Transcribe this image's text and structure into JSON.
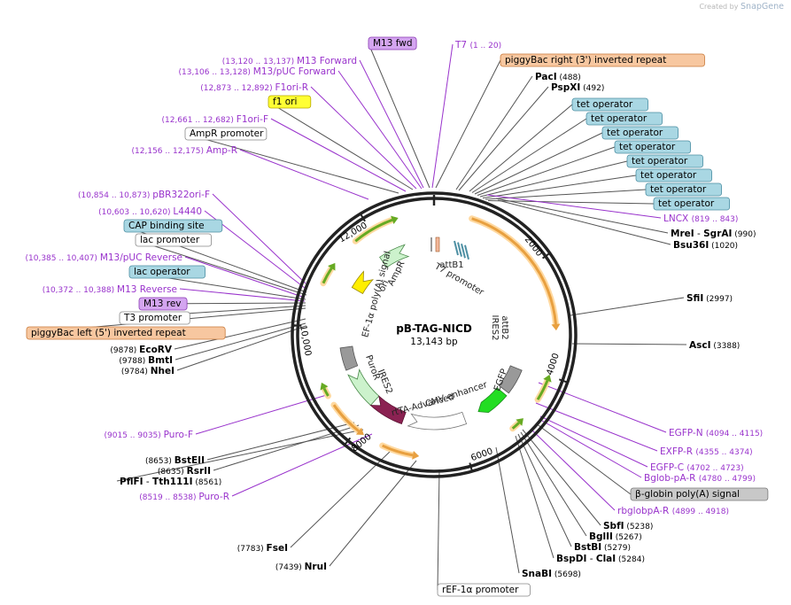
{
  "credit": {
    "prefix": "Created by",
    "brand": "SnapGene"
  },
  "plasmid": {
    "name": "pB-TAG-NICD",
    "size": "13,143 bp"
  },
  "ticks": [
    "2000",
    "4000",
    "6000",
    "8000",
    "10,000",
    "12,000"
  ],
  "boxed_labels": [
    {
      "id": "m13fwd",
      "text": "M13 fwd",
      "fill": "#d4a5f0",
      "stroke": "#8a3ab3"
    },
    {
      "id": "pbright",
      "text": "piggyBac right (3') inverted repeat",
      "fill": "#f7c7a0",
      "stroke": "#c97a3a"
    },
    {
      "id": "f1ori",
      "text": "f1 ori",
      "fill": "#ffff33",
      "stroke": "#b8a800"
    },
    {
      "id": "ampprom",
      "text": "AmpR promoter",
      "fill": "#ffffff",
      "stroke": "#888888"
    },
    {
      "id": "teto1",
      "text": "tet operator",
      "fill": "#a9d7e3",
      "stroke": "#4d8fa3"
    },
    {
      "id": "teto2",
      "text": "tet operator",
      "fill": "#a9d7e3",
      "stroke": "#4d8fa3"
    },
    {
      "id": "teto3",
      "text": "tet operator",
      "fill": "#a9d7e3",
      "stroke": "#4d8fa3"
    },
    {
      "id": "teto4",
      "text": "tet operator",
      "fill": "#a9d7e3",
      "stroke": "#4d8fa3"
    },
    {
      "id": "teto5",
      "text": "tet operator",
      "fill": "#a9d7e3",
      "stroke": "#4d8fa3"
    },
    {
      "id": "teto6",
      "text": "tet operator",
      "fill": "#a9d7e3",
      "stroke": "#4d8fa3"
    },
    {
      "id": "teto7",
      "text": "tet operator",
      "fill": "#a9d7e3",
      "stroke": "#4d8fa3"
    },
    {
      "id": "cap",
      "text": "CAP binding site",
      "fill": "#a9d7e3",
      "stroke": "#4d8fa3"
    },
    {
      "id": "lacprom",
      "text": "lac promoter",
      "fill": "#ffffff",
      "stroke": "#888888"
    },
    {
      "id": "lacop",
      "text": "lac operator",
      "fill": "#a9d7e3",
      "stroke": "#4d8fa3"
    },
    {
      "id": "m13rev",
      "text": "M13 rev",
      "fill": "#d4a5f0",
      "stroke": "#8a3ab3"
    },
    {
      "id": "t3prom",
      "text": "T3 promoter",
      "fill": "#ffffff",
      "stroke": "#888888"
    },
    {
      "id": "pbleft",
      "text": "piggyBac left (5') inverted repeat",
      "fill": "#f7c7a0",
      "stroke": "#c97a3a"
    },
    {
      "id": "bglobin",
      "text": "β-globin poly(A) signal",
      "fill": "#c8c8c8",
      "stroke": "#777777"
    },
    {
      "id": "ref1a",
      "text": "rEF-1α promoter",
      "fill": "#ffffff",
      "stroke": "#888888"
    }
  ],
  "primers": [
    {
      "id": "t7",
      "name": "T7",
      "coord": "(1 .. 20)"
    },
    {
      "id": "m13f",
      "name": "M13 Forward",
      "coord": "(13,120 .. 13,137)"
    },
    {
      "id": "m13puc",
      "name": "M13/pUC Forward",
      "coord": "(13,106 .. 13,128)"
    },
    {
      "id": "f1orir",
      "name": "F1ori-R",
      "coord": "(12,873 .. 12,892)"
    },
    {
      "id": "f1orif",
      "name": "F1ori-F",
      "coord": "(12,661 .. 12,682)"
    },
    {
      "id": "ampr",
      "name": "Amp-R",
      "coord": "(12,156 .. 12,175)"
    },
    {
      "id": "pbr322",
      "name": "pBR322ori-F",
      "coord": "(10,854 .. 10,873)"
    },
    {
      "id": "l4440",
      "name": "L4440",
      "coord": "(10,603 .. 10,620)"
    },
    {
      "id": "m13pucrev",
      "name": "M13/pUC Reverse",
      "coord": "(10,385 .. 10,407)"
    },
    {
      "id": "m13r",
      "name": "M13 Reverse",
      "coord": "(10,372 .. 10,388)"
    },
    {
      "id": "lncx",
      "name": "LNCX",
      "coord": "(819 .. 843)"
    },
    {
      "id": "egfpn",
      "name": "EGFP-N",
      "coord": "(4094 .. 4115)"
    },
    {
      "id": "exfpr",
      "name": "EXFP-R",
      "coord": "(4355 .. 4374)"
    },
    {
      "id": "egfpc",
      "name": "EGFP-C",
      "coord": "(4702 .. 4723)"
    },
    {
      "id": "bglobpa",
      "name": "Bglob-pA-R",
      "coord": "(4780 .. 4799)"
    },
    {
      "id": "rbglob",
      "name": "rbglobpA-R",
      "coord": "(4899 .. 4918)"
    },
    {
      "id": "purof",
      "name": "Puro-F",
      "coord": "(9015 .. 9035)"
    },
    {
      "id": "puror",
      "name": "Puro-R",
      "coord": "(8519 .. 8538)"
    }
  ],
  "enzymes": [
    {
      "id": "paci",
      "name": "PacI",
      "coord": "(488)"
    },
    {
      "id": "pspxi",
      "name": "PspXI",
      "coord": "(492)"
    },
    {
      "id": "mrei",
      "name": "MreI",
      "sep": "-",
      "name2": "SgrAI",
      "coord": "(990)"
    },
    {
      "id": "bsu36i",
      "name": "Bsu36I",
      "coord": "(1020)"
    },
    {
      "id": "sfii",
      "name": "SfiI",
      "coord": "(2997)"
    },
    {
      "id": "asci",
      "name": "AscI",
      "coord": "(3388)"
    },
    {
      "id": "sbfi",
      "name": "SbfI",
      "coord": "(5238)"
    },
    {
      "id": "bglii",
      "name": "BglII",
      "coord": "(5267)"
    },
    {
      "id": "bstbi",
      "name": "BstBI",
      "coord": "(5279)"
    },
    {
      "id": "bspdi",
      "name": "BspDI",
      "sep": "-",
      "name2": "ClaI",
      "coord": "(5284)"
    },
    {
      "id": "snabi",
      "name": "SnaBI",
      "coord": "(5698)"
    },
    {
      "id": "ecorv",
      "name": "EcoRV",
      "coord": "(9878)"
    },
    {
      "id": "bmti",
      "name": "BmtI",
      "coord": "(9788)"
    },
    {
      "id": "nhei",
      "name": "NheI",
      "coord": "(9784)"
    },
    {
      "id": "bsteii",
      "name": "BstEII",
      "coord": "(8653)"
    },
    {
      "id": "rsrii",
      "name": "RsrII",
      "coord": "(8635)"
    },
    {
      "id": "pflfi",
      "name": "PflFI",
      "sep": "-",
      "name2": "Tth111I",
      "coord": "(8561)"
    },
    {
      "id": "fsei",
      "name": "FseI",
      "coord": "(7783)"
    },
    {
      "id": "nrui",
      "name": "NruI",
      "coord": "(7439)"
    }
  ],
  "features": {
    "attb1": "attB1",
    "t7prom": "T7 promoter",
    "ampr": "AmpR",
    "ori": "ori",
    "ef1apa": "EF-1α poly(A) signal",
    "attb2": "attB2",
    "ires2a": "IRES2",
    "egfp": "EGFP",
    "cmv": "CMV enhancer",
    "rtta": "rtTA-Advanced",
    "ires2b": "IRES2",
    "puror": "PuroR"
  },
  "colors": {
    "primer": "#9933cc",
    "orange_arrow": "#e8a040",
    "green_arrow": "#66aa22",
    "egfp": "#22dd22",
    "rtta": "#8b2252",
    "ampr": "#ccf2cc",
    "ori": "#ffee00",
    "puro": "#ccf2cc",
    "ires": "#999999",
    "backbone": "#222222"
  }
}
